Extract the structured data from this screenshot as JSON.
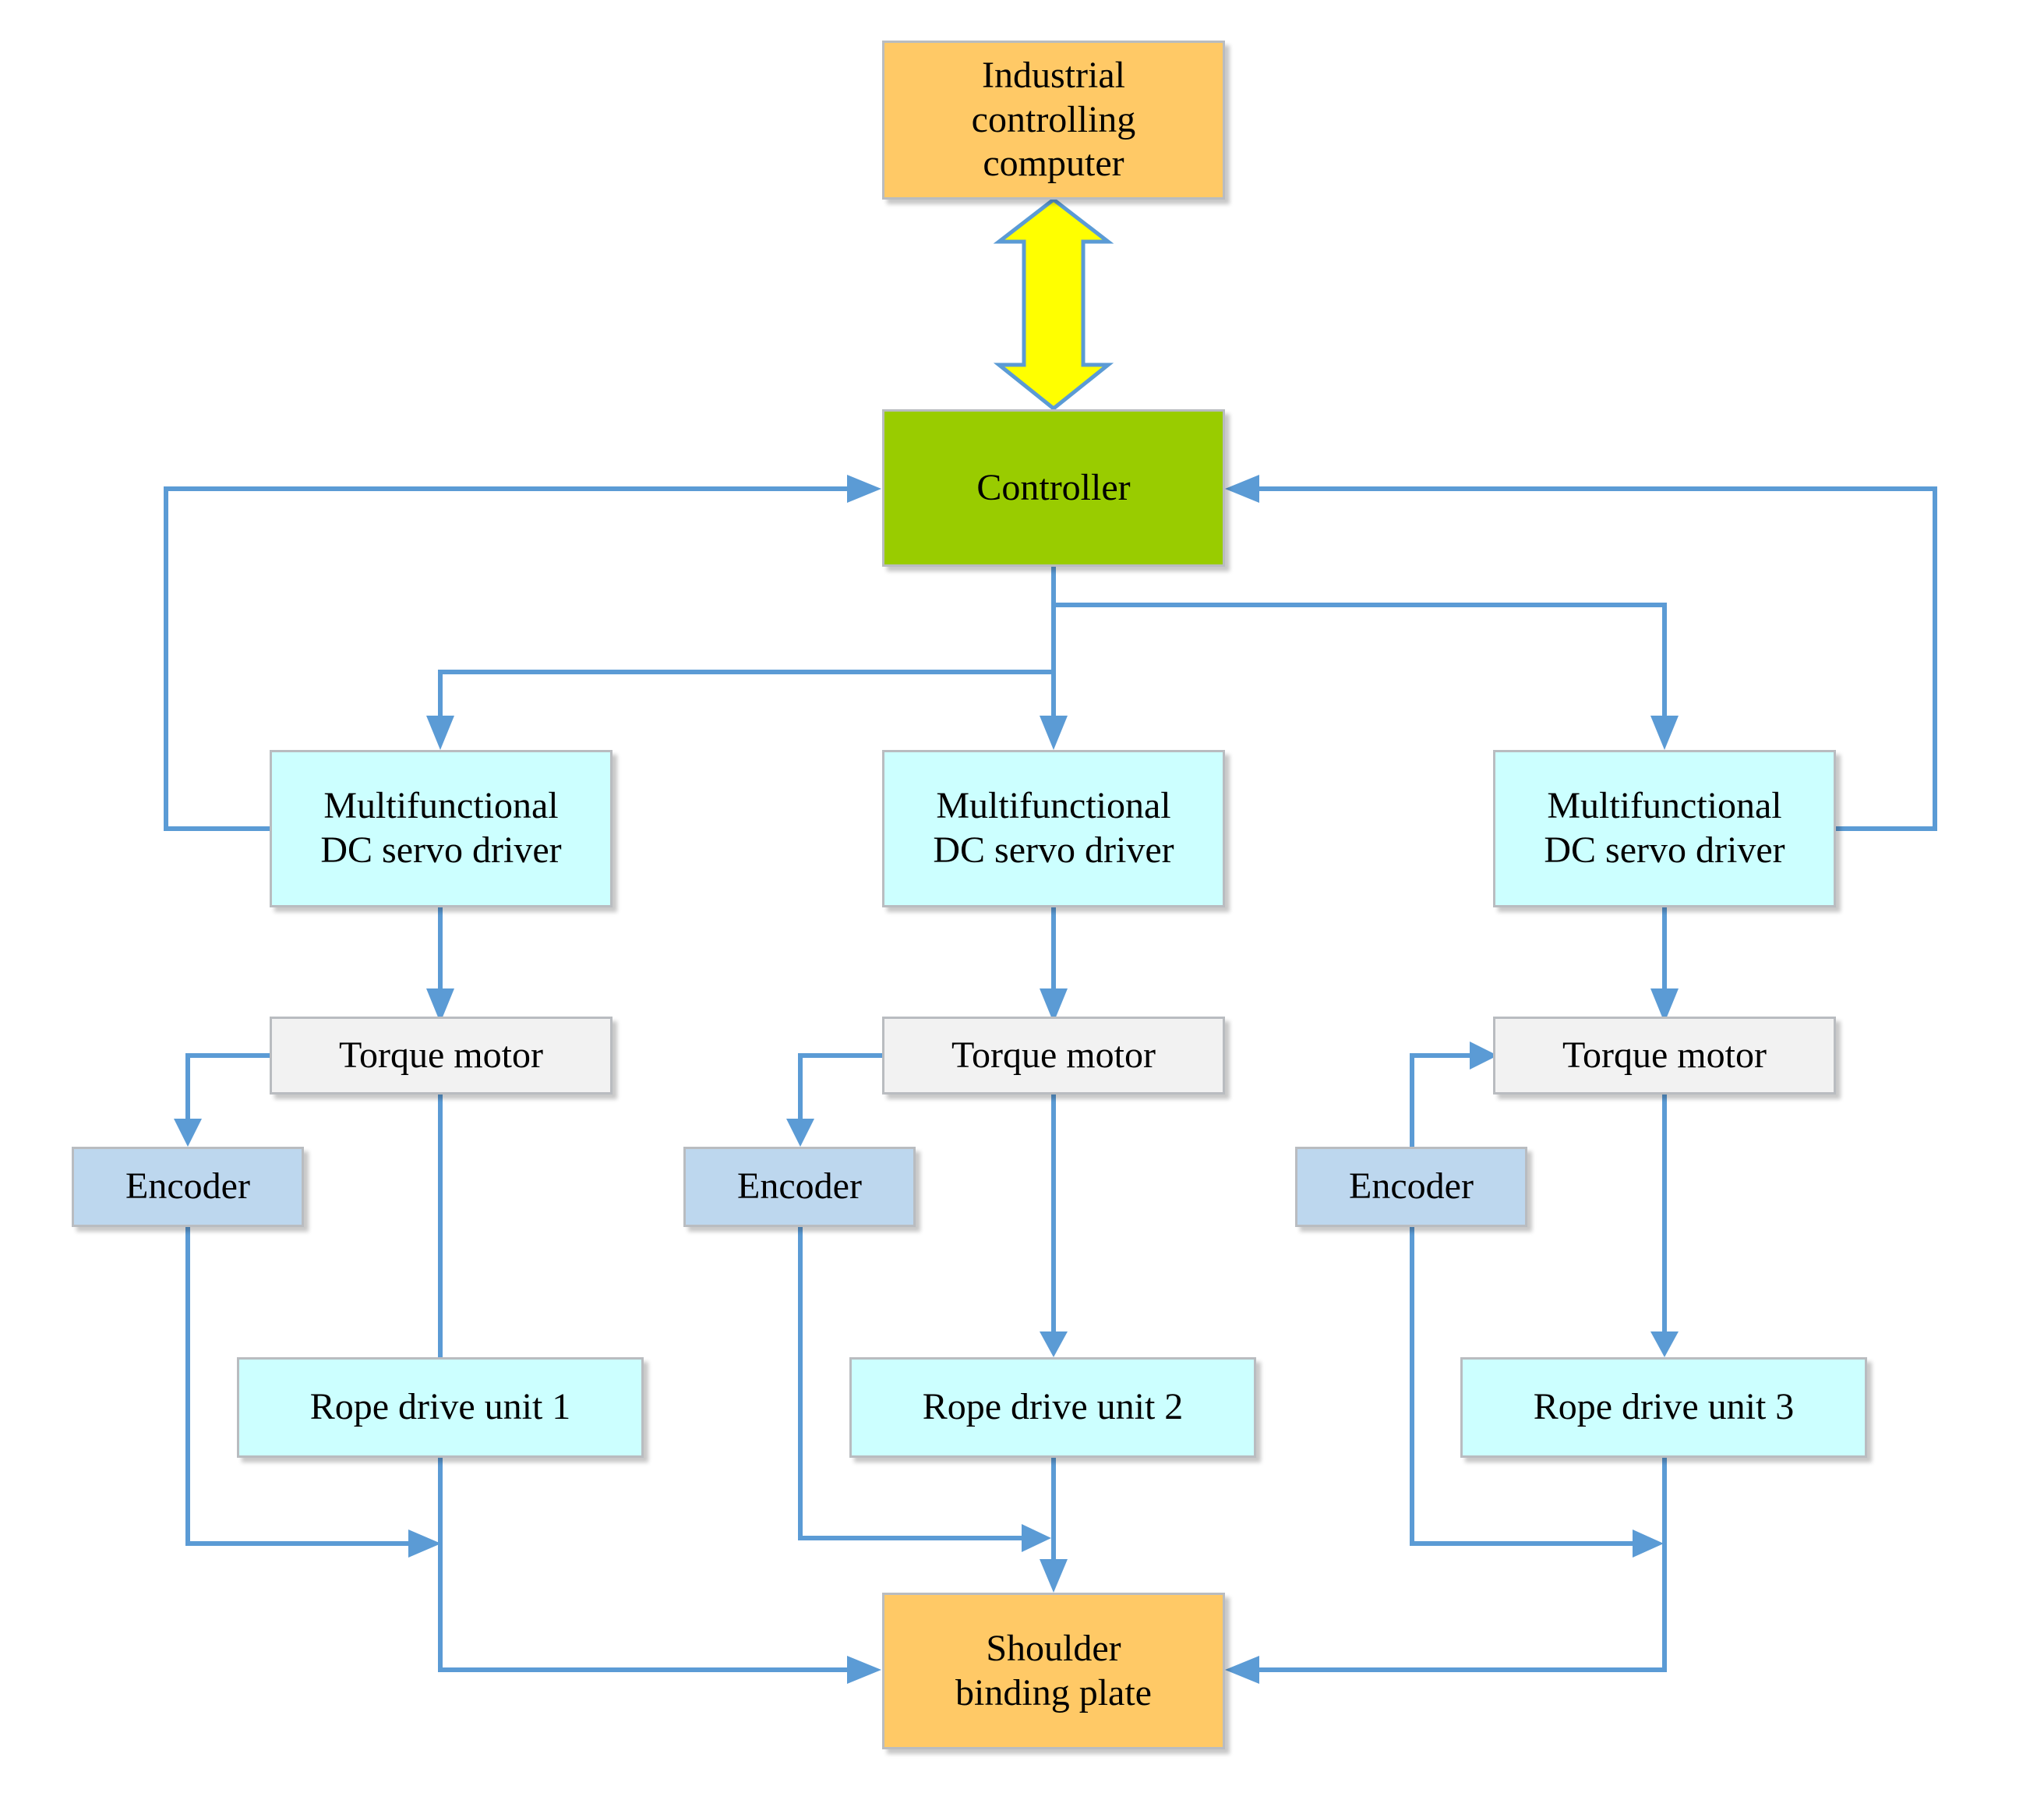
{
  "colors": {
    "connector": "#5b9bd5",
    "computer_fill": "#ffc966",
    "controller_fill": "#99cc00",
    "driver_fill": "#ccffff",
    "motor_fill": "#f2f2f2",
    "encoder_fill": "#bdd7ee",
    "rope_fill": "#ccffff",
    "plate_fill": "#ffc966",
    "bus_arrow_fill": "#ffff00"
  },
  "nodes": {
    "computer": "Industrial\ncontrolling\ncomputer",
    "controller": "Controller",
    "plate": "Shoulder\nbinding plate",
    "driver": "Multifunctional\nDC servo driver",
    "motor": "Torque motor",
    "encoder": "Encoder",
    "rope_unit_1": "Rope drive unit 1",
    "rope_unit_2": "Rope drive unit 2",
    "rope_unit_3": "Rope drive unit 3"
  },
  "icons": {
    "bus": "double-headed-block-arrow",
    "connector_head": "filled-triangle-arrowhead"
  }
}
